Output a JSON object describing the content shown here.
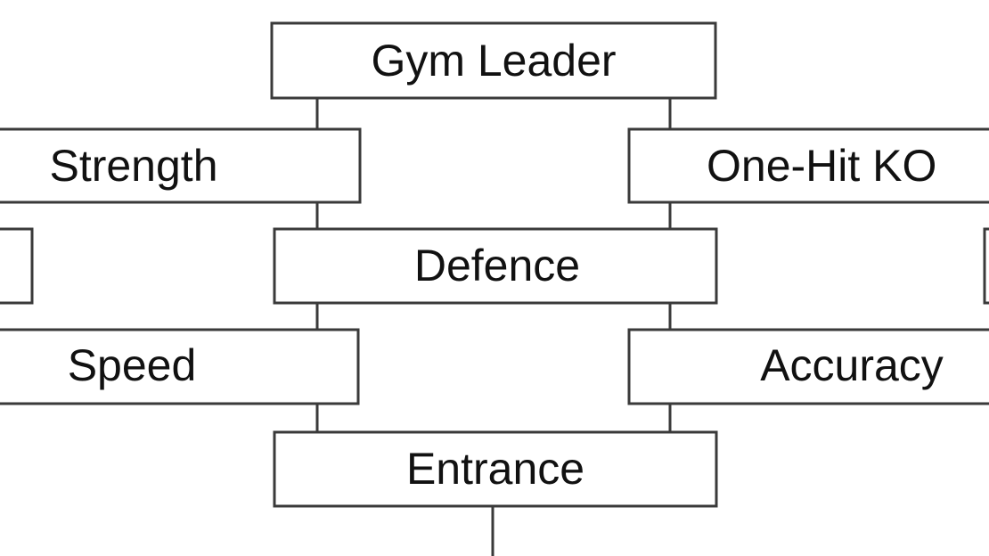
{
  "diagram": {
    "nodes": {
      "gym_leader": "Gym Leader",
      "strength": "Strength",
      "one_hit_ko": "One-Hit KO",
      "defence": "Defence",
      "speed": "Speed",
      "accuracy": "Accuracy",
      "entrance": "Entrance"
    },
    "left_edge_box": "",
    "right_edge_box": ""
  }
}
